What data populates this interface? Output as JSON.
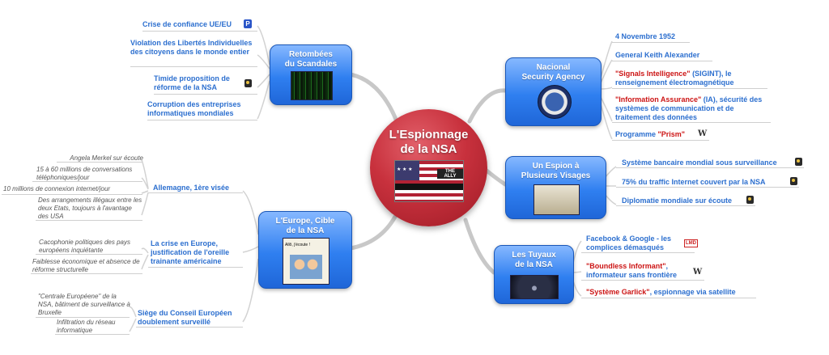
{
  "central": {
    "title_line1": "L'Espionnage",
    "title_line2": "de la NSA",
    "flag_text": "THE ALLY"
  },
  "branches": {
    "scandal": {
      "title_line1": "Retombées",
      "title_line2": "du Scandales",
      "leaves": [
        {
          "text": "Crise de confiance UE/EU",
          "icon": "p-icon"
        },
        {
          "text": "Violation des Libertés Individuelles des citoyens dans le monde entier"
        },
        {
          "text": "Timide proposition de réforme de la NSA",
          "icon": "video-icon"
        },
        {
          "text": "Corruption des entreprises informatiques mondiales"
        }
      ]
    },
    "nsa": {
      "title_line1": "Nacional",
      "title_line2": "Security Agency",
      "leaves": [
        {
          "text": "4 Novembre 1952"
        },
        {
          "text": "General Keith Alexander"
        },
        {
          "highlight": "\"Signals Intelligence\"",
          "text": " (SIGINT), le renseignement électromagnétique"
        },
        {
          "highlight": "\"Information Assurance\"",
          "text": " (IA), sécurité des systèmes de communication et de traitement des données"
        },
        {
          "prefix": "Programme ",
          "highlight": "\"Prism\"",
          "icon": "wikipedia-icon"
        }
      ]
    },
    "espion": {
      "title_line1": "Un Espion à",
      "title_line2": "Plusieurs Visages",
      "leaves": [
        {
          "text": "Système bancaire mondial sous surveillance",
          "icon": "video-icon"
        },
        {
          "text": "75% du traffic Internet couvert par la NSA",
          "icon": "video-icon"
        },
        {
          "text": "Diplomatie mondiale sur écoute",
          "icon": "video-icon"
        }
      ]
    },
    "tuyaux": {
      "title_line1": "Les Tuyaux",
      "title_line2": "de la NSA",
      "leaves": [
        {
          "text": "Facebook & Google - les complices démasqués",
          "icon": "lmd-icon"
        },
        {
          "highlight": "\"Boundless Informant\"",
          "text": ", informateur sans frontière",
          "icon": "wikipedia-icon"
        },
        {
          "highlight": "\"Système Garlick\"",
          "text": ", espionnage via satellite"
        }
      ]
    },
    "europe": {
      "title_line1": "L'Europe, Cible",
      "title_line2": "de la NSA",
      "subs": [
        {
          "label": "Allemagne, 1ère visée",
          "notes": [
            "Angela Merkel sur écoute",
            "15 à 60 millions de conversations téléphoniques/jour",
            "10 millions de connexion internet/jour",
            "Des arrangements illégaux entre les deux Etats, toujours à l'avantage des USA"
          ]
        },
        {
          "label": "La crise en Europe, justification de l'oreille trainante américaine",
          "notes": [
            "Cacophonie politiques des pays européens inquiétante",
            "Faiblesse économique et absence de réforme structurelle"
          ]
        },
        {
          "label": "Siège du Conseil Européen doublement surveillé",
          "notes": [
            "\"Centrale Européene\" de la NSA, bâtiment de surveillance à Bruxelle",
            "Infiltration du réseau informatique"
          ]
        }
      ]
    }
  },
  "icon_glyphs": {
    "p-icon": "P",
    "wikipedia-icon": "W",
    "lmd-icon": "LMD"
  },
  "colors": {
    "node_blue": "#2f7ff0",
    "center_red": "#c8313d",
    "leaf_text": "#2c6fcf",
    "highlight_red": "#cc1414"
  }
}
